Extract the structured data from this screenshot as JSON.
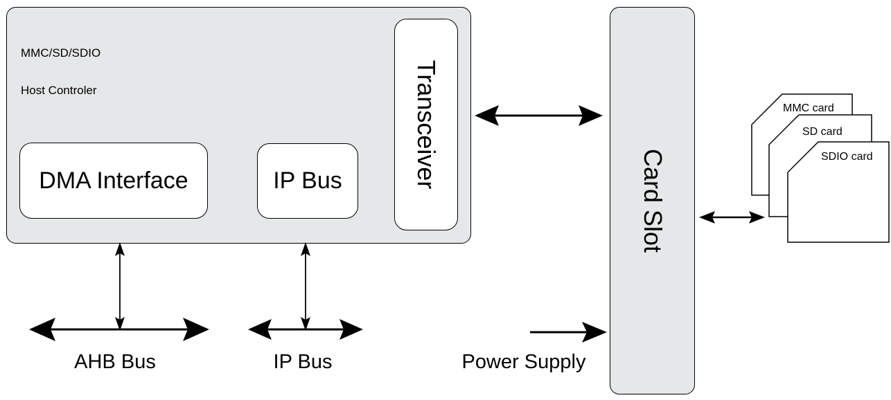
{
  "host_controller": {
    "title_line1": "MMC/SD/SDIO",
    "title_line2": "Host Controler",
    "dma_interface": "DMA Interface",
    "ip_bus": "IP Bus",
    "transceiver": "Transceiver"
  },
  "card_slot": {
    "label": "Card Slot"
  },
  "cards": {
    "mmc": "MMC card",
    "sd": "SD card",
    "sdio": "SDIO card"
  },
  "buses": {
    "ahb": "AHB Bus",
    "ip": "IP Bus",
    "power": "Power Supply"
  }
}
